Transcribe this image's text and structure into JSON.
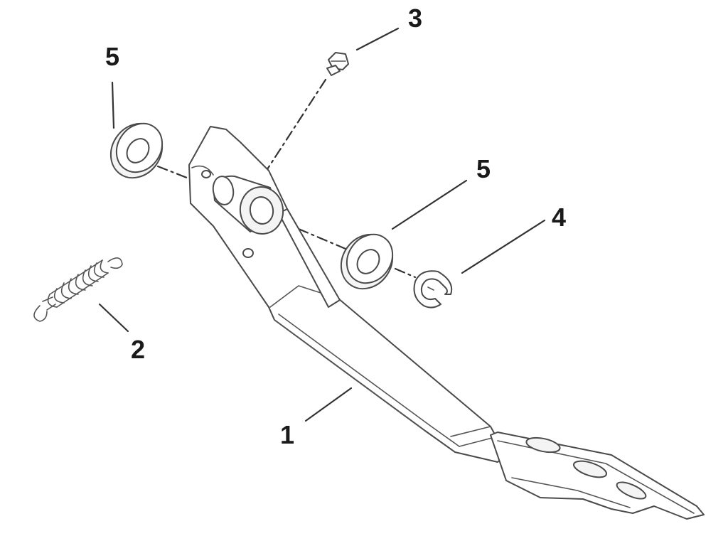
{
  "callouts": {
    "c1": "1",
    "c2": "2",
    "c3": "3",
    "c4": "4",
    "c5a": "5",
    "c5b": "5"
  }
}
